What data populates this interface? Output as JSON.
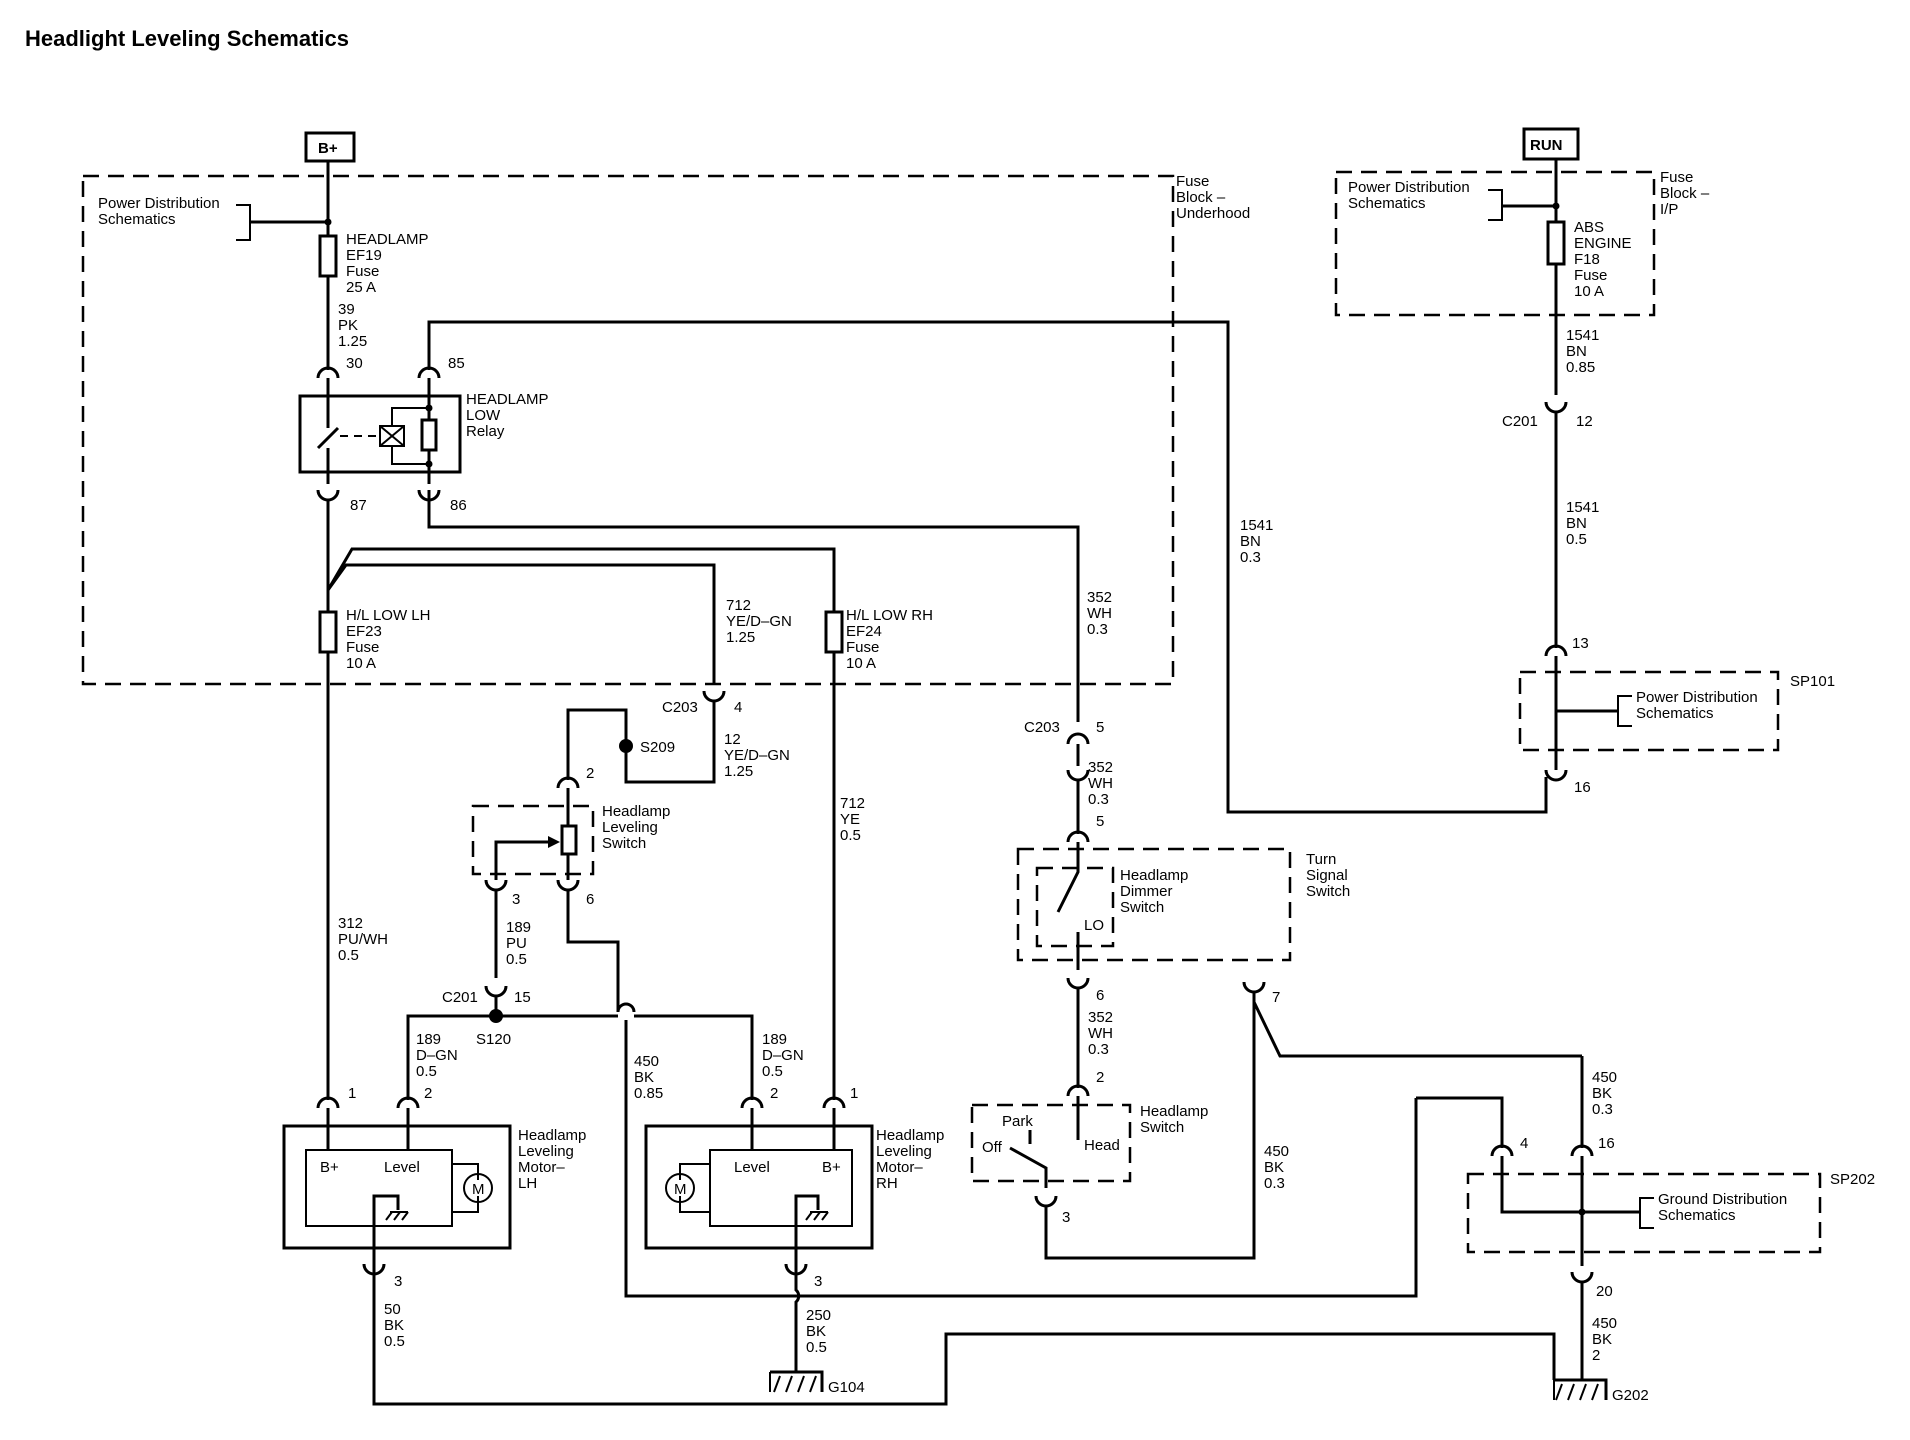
{
  "title": "Headlight Leveling Schematics",
  "power_sources": {
    "bplus": "B+",
    "run": "RUN"
  },
  "underhood": {
    "block_label": [
      "Fuse",
      "Block –",
      "Underhood"
    ],
    "pd_ref": [
      "Power Distribution",
      "Schematics"
    ],
    "fuse_ef19": [
      "HEADLAMP",
      "EF19",
      "Fuse",
      "25 A"
    ],
    "wire_39": [
      "39",
      "PK",
      "1.25"
    ],
    "relay": [
      "HEADLAMP",
      "LOW",
      "Relay"
    ],
    "pin30": "30",
    "pin85": "85",
    "pin87": "87",
    "pin86": "86",
    "fuse_ef23": [
      "H/L LOW LH",
      "EF23",
      "Fuse",
      "10 A"
    ],
    "fuse_ef24": [
      "H/L LOW RH",
      "EF24",
      "Fuse",
      "10 A"
    ],
    "wire_712a": [
      "712",
      "YE/D–GN",
      "1.25"
    ]
  },
  "ip": {
    "block_label": [
      "Fuse",
      "Block –",
      "I/P"
    ],
    "pd_ref": [
      "Power Distribution",
      "Schematics"
    ],
    "fuse_f18": [
      "ABS",
      "ENGINE",
      "F18",
      "Fuse",
      "10 A"
    ],
    "wire_1541a": [
      "1541",
      "BN",
      "0.85"
    ],
    "c201": "C201",
    "c201_pin": "12",
    "wire_1541b": [
      "1541",
      "BN",
      "0.5"
    ],
    "pin13": "13",
    "sp101": "SP101",
    "sp101_ref": [
      "Power Distribution",
      "Schematics"
    ],
    "pin16": "16"
  },
  "wire_1541c": [
    "1541",
    "BN",
    "0.3"
  ],
  "wire_352a": [
    "352",
    "WH",
    "0.3"
  ],
  "c203_5": {
    "name": "C203",
    "pin": "5"
  },
  "wire_352b": [
    "352",
    "WH",
    "0.3"
  ],
  "pin5b": "5",
  "turn_signal": [
    "Turn",
    "Signal",
    "Switch"
  ],
  "dimmer": [
    "Headlamp",
    "Dimmer",
    "Switch"
  ],
  "lo": "LO",
  "pin6b": "6",
  "wire_352c": [
    "352",
    "WH",
    "0.3"
  ],
  "pin2b": "2",
  "hl_switch": [
    "Headlamp",
    "Switch"
  ],
  "park": "Park",
  "off": "Off",
  "head": "Head",
  "pin3b": "3",
  "pin7": "7",
  "wire_450c": [
    "450",
    "BK",
    "0.3"
  ],
  "wire_450d": [
    "450",
    "BK",
    "0.3"
  ],
  "c203_4": {
    "name": "C203",
    "pin": "4"
  },
  "wire_12": [
    "12",
    "YE/D–GN",
    "1.25"
  ],
  "s209": "S209",
  "lev_sw_pin2": "2",
  "leveling_switch": [
    "Headlamp",
    "Leveling",
    "Switch"
  ],
  "lev_sw_pin3": "3",
  "lev_sw_pin6": "6",
  "wire_189a": [
    "189",
    "PU",
    "0.5"
  ],
  "c201b": {
    "name": "C201",
    "pin": "15"
  },
  "s120": "S120",
  "wire_189b": [
    "189",
    "D–GN",
    "0.5"
  ],
  "wire_189c": [
    "189",
    "D–GN",
    "0.5"
  ],
  "wire_312": [
    "312",
    "PU/WH",
    "0.5"
  ],
  "wire_712b": [
    "712",
    "YE",
    "0.5"
  ],
  "wire_450a": [
    "450",
    "BK",
    "0.85"
  ],
  "motor_lh": {
    "label": [
      "Headlamp",
      "Leveling",
      "Motor–",
      "LH"
    ],
    "pin1": "1",
    "pin2": "2",
    "pin3": "3",
    "bplus": "B+",
    "level": "Level",
    "m": "M"
  },
  "motor_rh": {
    "label": [
      "Headlamp",
      "Leveling",
      "Motor–",
      "RH"
    ],
    "pin1": "1",
    "pin2": "2",
    "pin3": "3",
    "bplus": "B+",
    "level": "Level",
    "m": "M"
  },
  "wire_50": [
    "50",
    "BK",
    "0.5"
  ],
  "wire_250": [
    "250",
    "BK",
    "0.5"
  ],
  "g104": "G104",
  "sp202": "SP202",
  "sp202_ref": [
    "Ground Distribution",
    "Schematics"
  ],
  "pin4": "4",
  "pin16b": "16",
  "pin20": "20",
  "wire_450e": [
    "450",
    "BK",
    "2"
  ],
  "g202": "G202"
}
